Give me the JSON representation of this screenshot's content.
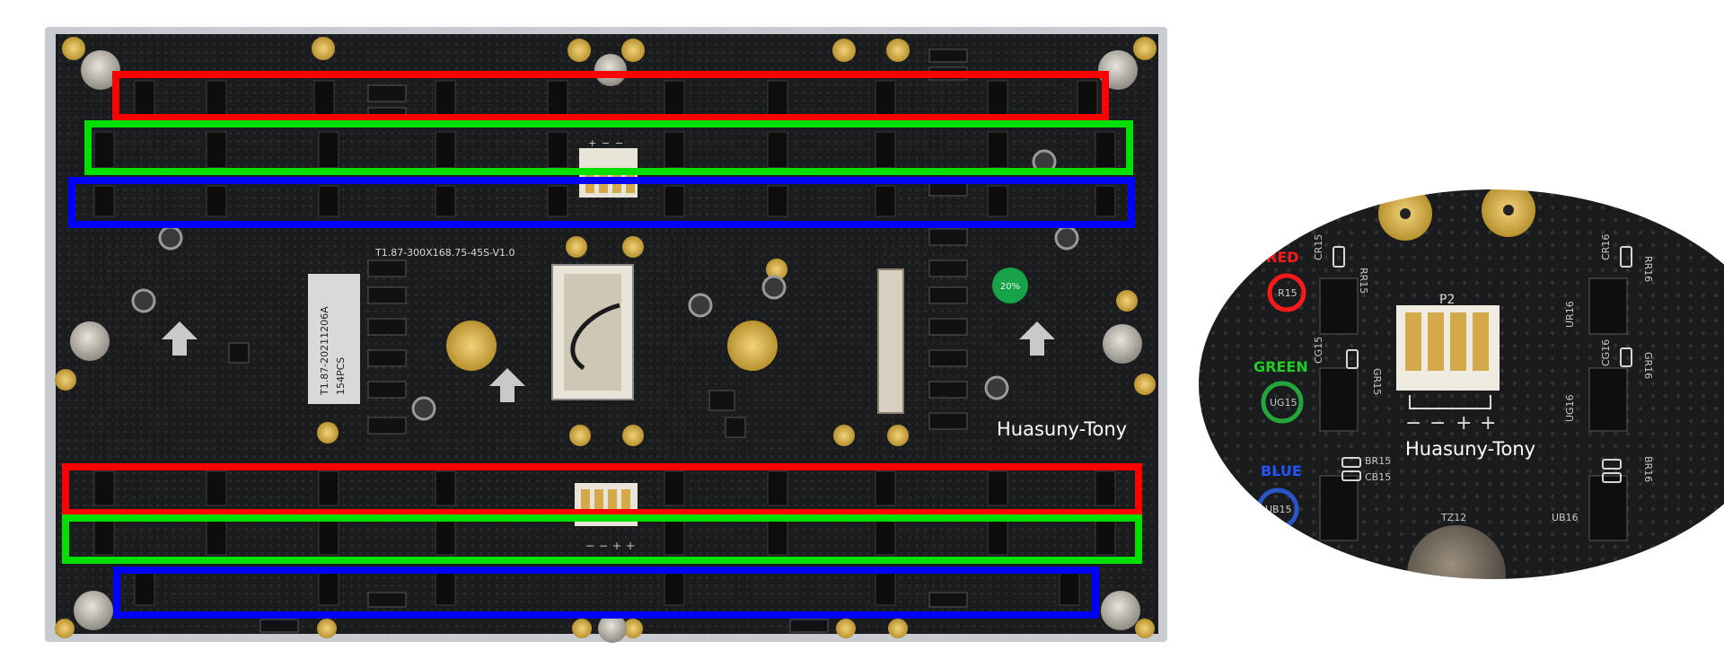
{
  "board": {
    "model_label": "T1.87-300X168.75-45S-V1.0",
    "sticker_line1": "T1.87-20211206A",
    "sticker_line2": "154PCS",
    "badge_text": "20%",
    "watermark": "Huasuny-Tony",
    "connector_pins": [
      "+",
      "−",
      "−"
    ],
    "lower_connector_pins": [
      "−",
      "−",
      "+",
      "+"
    ]
  },
  "highlights": {
    "colors": {
      "red": "#ff0000",
      "green": "#00e000",
      "blue": "#0000ff"
    }
  },
  "zoom": {
    "labels": {
      "red": "RED",
      "green": "GREEN",
      "blue": "BLUE"
    },
    "label_colors": {
      "red": "#ff1a1a",
      "green": "#22cc22",
      "blue": "#2255ff"
    },
    "connector_title": "P2",
    "connector_pins": [
      "−",
      "−",
      "+",
      "+"
    ],
    "watermark": "Huasuny-Tony",
    "parts": {
      "r15": "R15",
      "ug15": "UG15",
      "ub15": "UB15",
      "cr15": "CR15",
      "rr15": "RR15",
      "cg15": "CG15",
      "gr15": "GR15",
      "br15": "BR15",
      "cb15": "CB15",
      "cr16": "CR16",
      "rr16": "RR16",
      "ur16": "UR16",
      "cg16": "CG16",
      "gr16": "GR16",
      "ug16": "UG16",
      "br16": "BR16",
      "ub16": "UB16",
      "tz12": "TZ12"
    }
  }
}
